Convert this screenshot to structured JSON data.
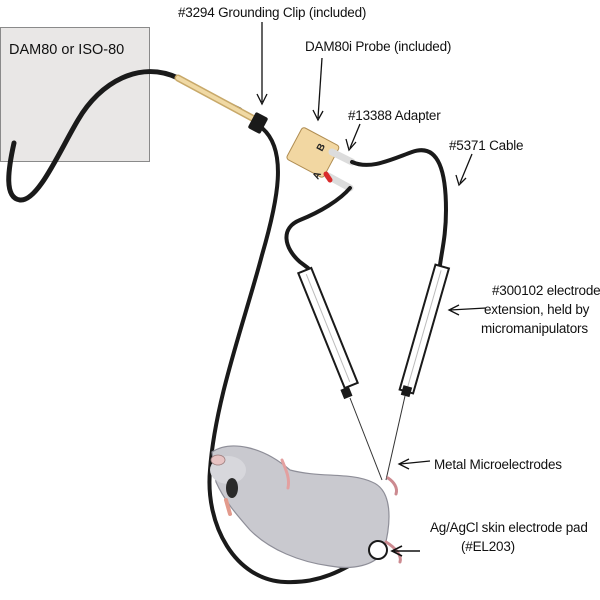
{
  "device": {
    "label": "DAM80 or ISO-80"
  },
  "labels": {
    "grounding_clip": "#3294 Grounding Clip (included)",
    "probe": "DAM80i Probe (included)",
    "adapter": "#13388 Adapter",
    "cable": "#5371 Cable",
    "extension_line1": "#300102 electrode",
    "extension_line2": "extension, held by",
    "extension_line3": "micromanipulators",
    "microelectrodes": "Metal Microelectrodes",
    "skin_pad_line1": "Ag/AgCl skin electrode pad",
    "skin_pad_line2": "(#EL203)"
  },
  "probe_ports": {
    "a": "A",
    "b": "B"
  },
  "colors": {
    "cable": "#1a1a1a",
    "probe_body": "#f2d7a2",
    "grounding_wire": "#f0d9a4",
    "red_marker": "#d92b2b",
    "box_fill": "#e9e7e6",
    "rat_body": "#c9c9cf"
  }
}
